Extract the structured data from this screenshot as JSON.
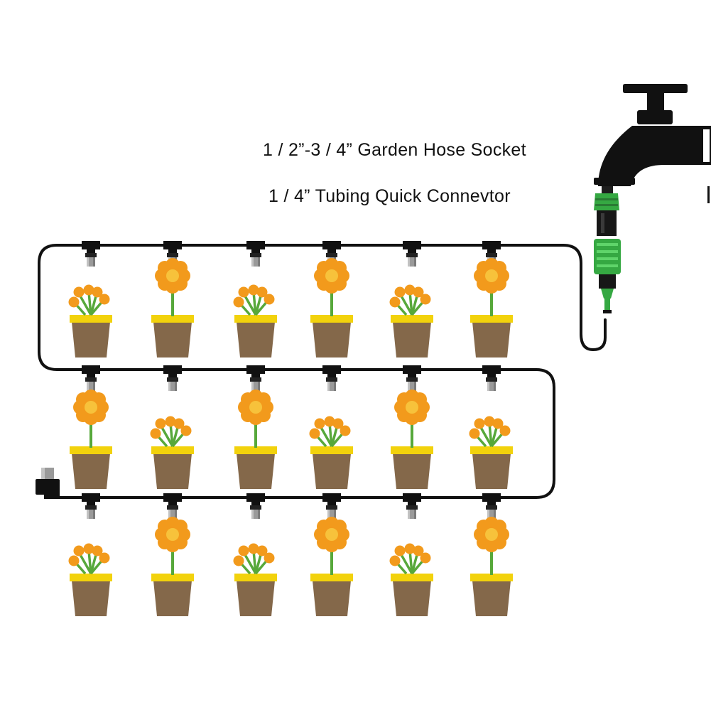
{
  "labels": {
    "socket": "1 / 2”-3 / 4” Garden Hose Socket",
    "connector": "1 / 4” Tubing Quick Connevtor"
  },
  "diagram": {
    "rows": [
      {
        "pots": [
          "tulip",
          "daisy",
          "tulip",
          "daisy",
          "tulip",
          "daisy"
        ]
      },
      {
        "pots": [
          "daisy",
          "tulip",
          "daisy",
          "tulip",
          "daisy",
          "tulip"
        ]
      },
      {
        "pots": [
          "tulip",
          "daisy",
          "tulip",
          "daisy",
          "tulip",
          "daisy"
        ]
      }
    ],
    "icons": [
      "faucet-icon",
      "hose-socket-icon",
      "quick-connector-icon",
      "tee-emitter-icon",
      "end-plug-icon",
      "flower-pot-icon"
    ],
    "colors": {
      "tube": "#111111",
      "petal": "#f29a1c",
      "flower_center": "#f7c23b",
      "stem": "#57a83b",
      "pot": "#84684a",
      "pot_rim": "#f2d20c",
      "connector_green": "#35a842",
      "emitter_nozzle": "#9a9a9a"
    }
  }
}
